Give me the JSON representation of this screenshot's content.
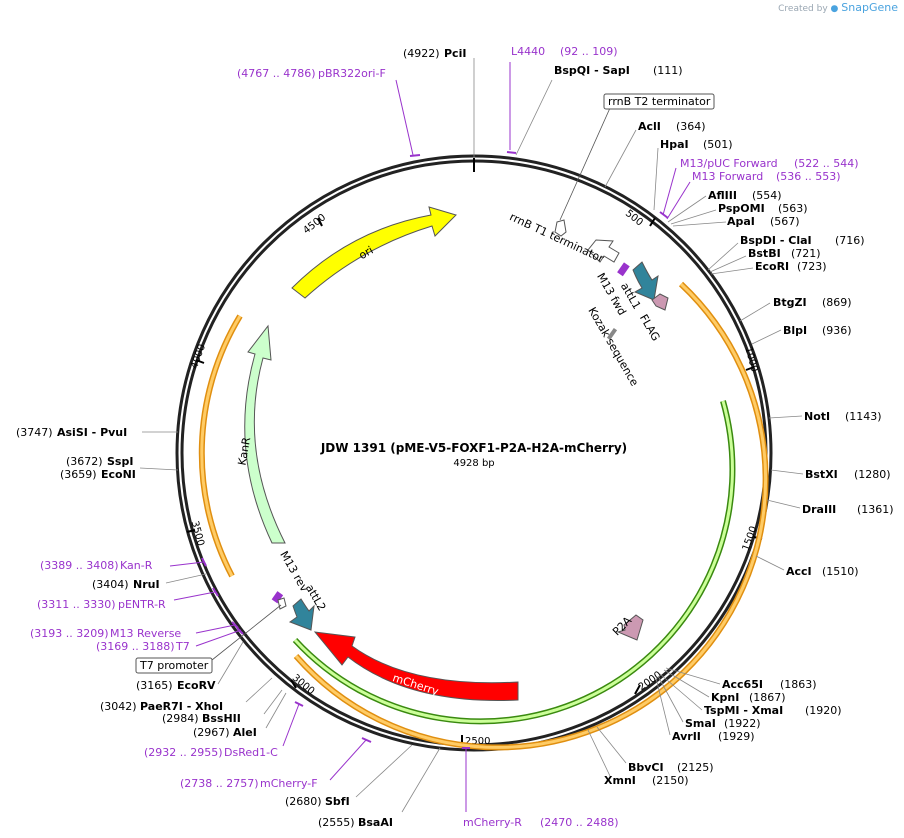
{
  "brand": {
    "created_by": "Created by",
    "product": "SnapGene"
  },
  "plasmid": {
    "name": "JDW 1391 (pME-V5-FOXF1-P2A-H2A-mCherry)",
    "length_label": "4928 bp",
    "length": 4928
  },
  "ticks": [
    "500",
    "1000",
    "1500",
    "2000",
    "2500",
    "3000",
    "3500",
    "4000",
    "4500"
  ],
  "sites": [
    {
      "name": "PciI",
      "pos": "(4922)",
      "side": "left"
    },
    {
      "name": "BspQI   - SapI",
      "pos": "(111)",
      "side": "right"
    },
    {
      "name": "AclI",
      "pos": "(364)",
      "side": "right"
    },
    {
      "name": "HpaI",
      "pos": "(501)",
      "side": "right"
    },
    {
      "name": "AflIII",
      "pos": "(554)",
      "side": "right"
    },
    {
      "name": "PspOMI",
      "pos": "(563)",
      "side": "right"
    },
    {
      "name": "ApaI",
      "pos": "(567)",
      "side": "right"
    },
    {
      "name": "BspDI   - ClaI",
      "pos": "(716)",
      "side": "right"
    },
    {
      "name": "BstBI",
      "pos": "(721)",
      "side": "right"
    },
    {
      "name": "EcoRI",
      "pos": "(723)",
      "side": "right"
    },
    {
      "name": "BtgZI",
      "pos": "(869)",
      "side": "right"
    },
    {
      "name": "BlpI",
      "pos": "(936)",
      "side": "right"
    },
    {
      "name": "NotI",
      "pos": "(1143)",
      "side": "right"
    },
    {
      "name": "BstXI",
      "pos": "(1280)",
      "side": "right"
    },
    {
      "name": "DraIII",
      "pos": "(1361)",
      "side": "right"
    },
    {
      "name": "AccI",
      "pos": "(1510)",
      "side": "right"
    },
    {
      "name": "Acc65I",
      "pos": "(1863)",
      "side": "right"
    },
    {
      "name": "KpnI",
      "pos": "(1867)",
      "side": "right"
    },
    {
      "name": "TspMI   - XmaI",
      "pos": "(1920)",
      "side": "right"
    },
    {
      "name": "SmaI",
      "pos": "(1922)",
      "side": "right"
    },
    {
      "name": "AvrII",
      "pos": "(1929)",
      "side": "right"
    },
    {
      "name": "BbvCI",
      "pos": "(2125)",
      "side": "right"
    },
    {
      "name": "XmnI",
      "pos": "(2150)",
      "side": "right"
    },
    {
      "name": "BsaAI",
      "pos": "(2555)",
      "side": "left"
    },
    {
      "name": "SbfI",
      "pos": "(2680)",
      "side": "left"
    },
    {
      "name": "AleI",
      "pos": "(2967)",
      "side": "left"
    },
    {
      "name": "BssHII",
      "pos": "(2984)",
      "side": "left"
    },
    {
      "name": "PaeR7I   - XhoI",
      "pos": "(3042)",
      "side": "left"
    },
    {
      "name": "EcoRV",
      "pos": "(3165)",
      "side": "left"
    },
    {
      "name": "NruI",
      "pos": "(3404)",
      "side": "left"
    },
    {
      "name": "EcoNI",
      "pos": "(3659)",
      "side": "left"
    },
    {
      "name": "SspI",
      "pos": "(3672)",
      "side": "left"
    },
    {
      "name": "AsiSI   - PvuI",
      "pos": "(3747)",
      "side": "left"
    }
  ],
  "primers": [
    {
      "name": "L4440",
      "range": "(92 .. 109)"
    },
    {
      "name": "pBR322ori-F",
      "range": "(4767 .. 4786)"
    },
    {
      "name": "M13/pUC Forward",
      "range": "(522 .. 544)"
    },
    {
      "name": "M13 Forward",
      "range": "(536 .. 553)"
    },
    {
      "name": "mCherry-R",
      "range": "(2470 .. 2488)"
    },
    {
      "name": "mCherry-F",
      "range": "(2738 .. 2757)"
    },
    {
      "name": "DsRed1-C",
      "range": "(2932 .. 2955)"
    },
    {
      "name": "T7",
      "range": "(3169 .. 3188)"
    },
    {
      "name": "M13 Reverse",
      "range": "(3193 .. 3209)"
    },
    {
      "name": "pENTR-R",
      "range": "(3311 .. 3330)"
    },
    {
      "name": "Kan-R",
      "range": "(3389 .. 3408)"
    }
  ],
  "features": {
    "ori": "ori",
    "kanr": "KanR",
    "mcherry": "mCherry",
    "p2a": "P2A",
    "attl1": "attL1",
    "attl2": "attL2",
    "flag": "FLAG",
    "m13fwd": "M13 fwd",
    "m13rev": "M13 rev",
    "kozak": "Kozak sequence",
    "rrnb_t1": "rrnB T1 terminator",
    "rrnb_t2": "rrnB T2 terminator",
    "t7_promoter": "T7 promoter"
  },
  "colors": {
    "ori": "#ffff00",
    "kanr": "#ccffcc",
    "mcherry": "#ff0000",
    "attl": "#31849b",
    "flag": "#cc99b2",
    "orf_orange": "#ffcc66",
    "orf_green": "#ccff99",
    "primer": "#9933cc"
  }
}
